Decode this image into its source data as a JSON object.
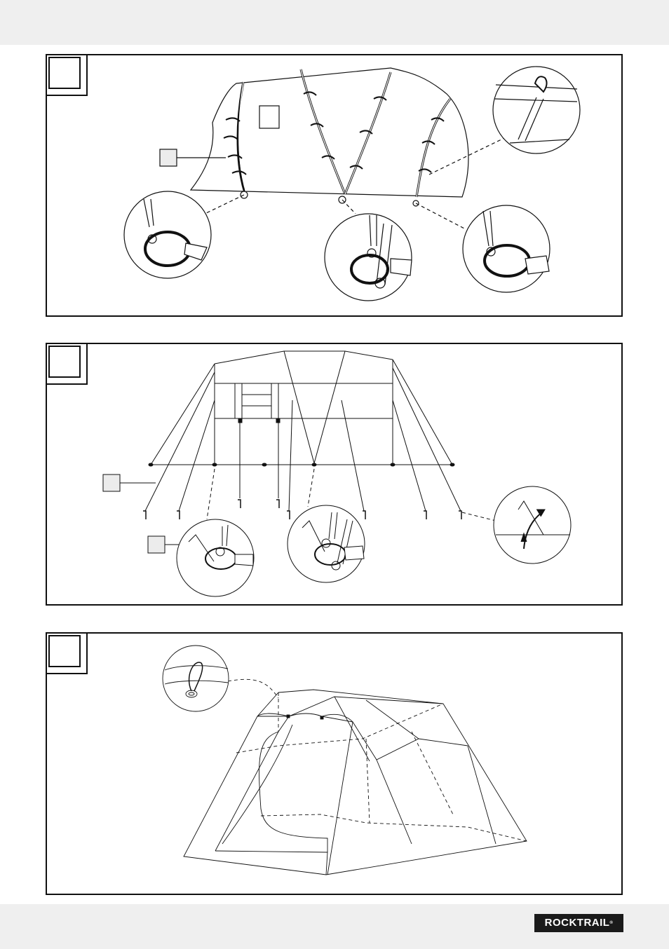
{
  "brand": {
    "name": "ROCKTRAIL",
    "mark": "®"
  },
  "steps": [
    {
      "id": "step-1",
      "label": ""
    },
    {
      "id": "step-2",
      "label": ""
    },
    {
      "id": "step-3",
      "label": ""
    }
  ],
  "part_labels": [
    "",
    "",
    "",
    ""
  ]
}
